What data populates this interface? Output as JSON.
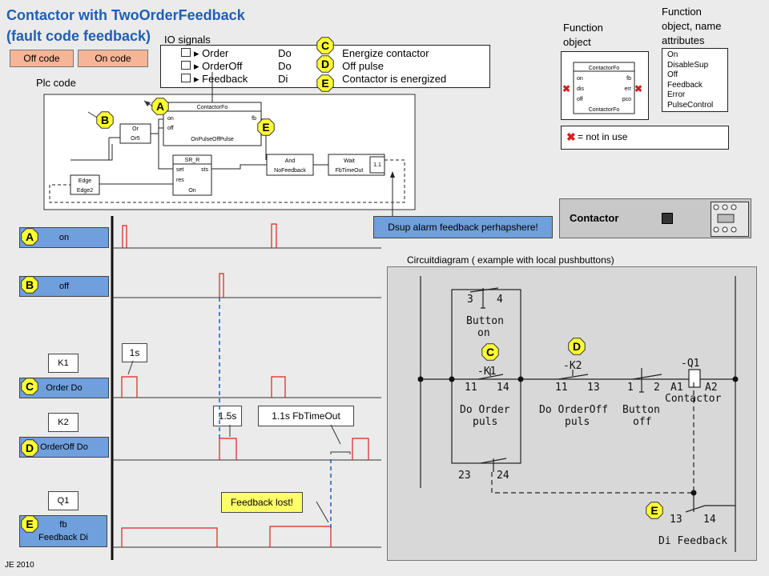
{
  "title": {
    "line1": "Contactor with TwoOrderFeedback",
    "line2": "(fault code feedback)"
  },
  "io_signals": {
    "heading": "IO signals",
    "rows": [
      {
        "name": "Order",
        "type": "Do",
        "marker": "C",
        "desc": "Energize contactor"
      },
      {
        "name": "OrderOff",
        "type": "Do",
        "marker": "D",
        "desc": "Off pulse"
      },
      {
        "name": "Feedback",
        "type": "Di",
        "marker": "E",
        "desc": "Contactor is energized"
      }
    ]
  },
  "off_code": "Off code",
  "on_code": "On code",
  "plc_code": "Plc code",
  "plc": {
    "contactor": {
      "title": "ContactorFo",
      "in": [
        "on",
        "off"
      ],
      "out": "fb",
      "footer": "OnPulseOffPulse"
    },
    "or": {
      "title": "Or",
      "sub": "Or5"
    },
    "srr": {
      "title": "SR_R",
      "in1": "set",
      "in2": "res",
      "out": "sts",
      "footer": "On"
    },
    "and": {
      "title": "And",
      "sub": "NoFeedback"
    },
    "wait": {
      "title": "Wait",
      "sub": "FbTimeOut",
      "value": "1.1"
    },
    "edge": {
      "title": "Edge",
      "sub": "Edge2"
    }
  },
  "function_object": {
    "heading1": "Function",
    "heading2": "object",
    "block_title": "ContactorFo",
    "inputs": [
      "on",
      "dis",
      "off"
    ],
    "outputs": [
      "fb",
      "err",
      "pco"
    ],
    "footer": "ContactorFo"
  },
  "attributes": {
    "heading": [
      "Function",
      "object, name",
      "attributes"
    ],
    "items": [
      "On",
      "DisableSup",
      "Off",
      "Feedback",
      "Error",
      "PulseControl"
    ]
  },
  "not_in_use": "= not in use",
  "dsup_note": "Dsup alarm feedback perhapshere!",
  "contactor_panel": "Contactor",
  "circuit": {
    "heading": "Circuitdiagram ( example with local pushbuttons)",
    "button_on": [
      "3",
      "4",
      "Button",
      "on"
    ],
    "k1": [
      "-K1",
      "11",
      "14",
      "Do Order",
      "puls"
    ],
    "k1b": [
      "23",
      "24"
    ],
    "k2": [
      "-K2",
      "11",
      "13",
      "Do OrderOff",
      "puls"
    ],
    "button_off": [
      "1",
      "2",
      "Button",
      "off"
    ],
    "q1": [
      "-Q1",
      "A1",
      "A2",
      "Contactor"
    ],
    "fb": [
      "13",
      "14",
      "Di Feedback"
    ]
  },
  "timing": {
    "rows": [
      {
        "marker": "A",
        "label": "on"
      },
      {
        "marker": "B",
        "label": "off"
      },
      {
        "marker": "C",
        "label": "Order  Do",
        "tag": "K1"
      },
      {
        "marker": "D",
        "label": "OrderOff  Do",
        "tag": "K2"
      },
      {
        "marker": "E",
        "label": "fb\nFeedback Di",
        "tag": "Q1"
      }
    ],
    "notes": {
      "one_s": "1s",
      "one_five_s": "1.5s",
      "fbtimeout": "1.1s FbTimeOut",
      "feedback_lost": "Feedback lost!"
    }
  },
  "markers": [
    "A",
    "B",
    "C",
    "D",
    "E"
  ],
  "footer": "JE 2010",
  "colors": {
    "accent": "#1f5fb4",
    "salmon": "#f5b596",
    "blue": "#6f9fdc",
    "yellow": "#ffff66",
    "pulse": "#e02020",
    "dash": "#1f5fb4"
  }
}
